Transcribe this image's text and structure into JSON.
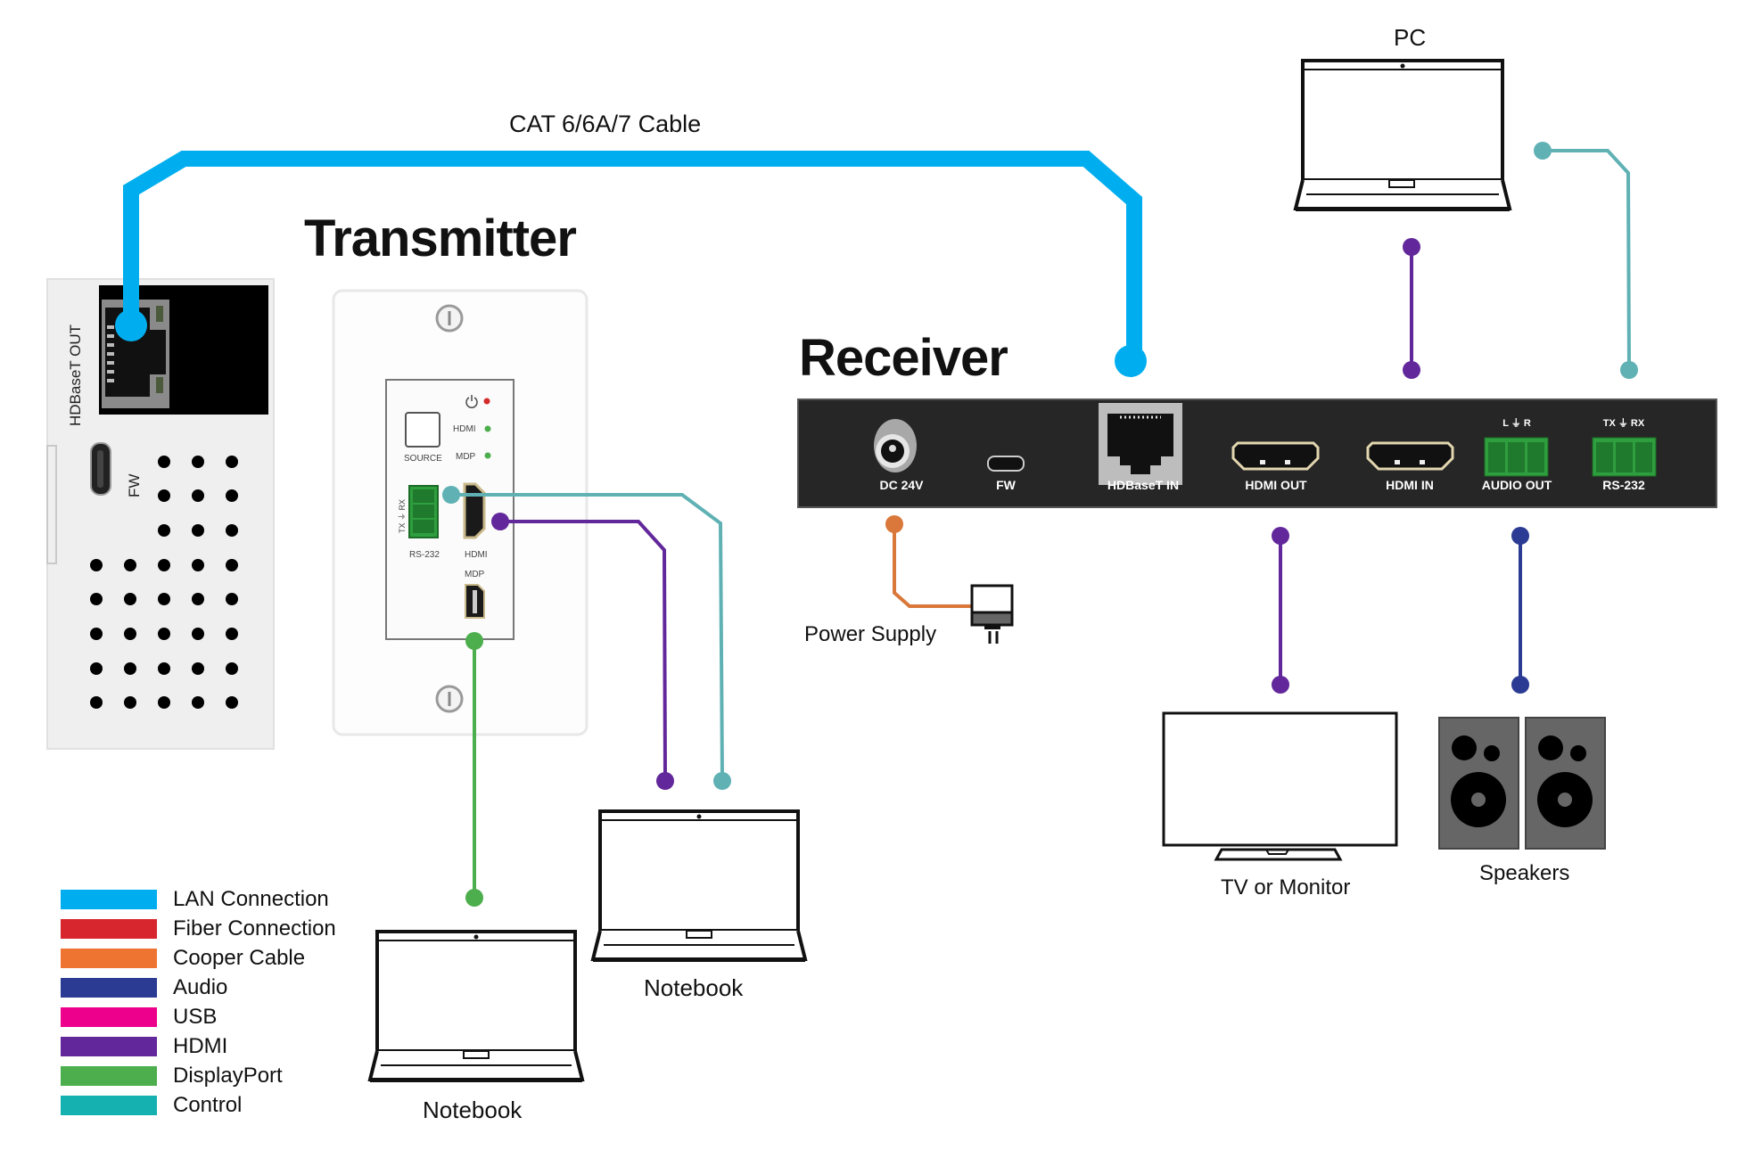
{
  "cable_label": "CAT 6/6A/7 Cable",
  "transmitter": {
    "title": "Transmitter",
    "side_panel": {
      "port_label": "HDBaseT OUT",
      "fw_label": "FW"
    },
    "wall_plate": {
      "source_button_label": "SOURCE",
      "indicators": [
        {
          "label": "power",
          "color": "#d42a2a"
        },
        {
          "label": "HDMI",
          "color": "#4cae4c"
        },
        {
          "label": "MDP",
          "color": "#4cae4c"
        }
      ],
      "rs232_pins_label": "TX ⏚ RX",
      "rs232_label": "RS-232",
      "hdmi_label": "HDMI",
      "mdp_label": "MDP"
    }
  },
  "receiver": {
    "title": "Receiver",
    "ports": [
      {
        "id": "dc",
        "label": "DC 24V"
      },
      {
        "id": "fw",
        "label": "FW"
      },
      {
        "id": "hdbaset",
        "label": "HDBaseT IN"
      },
      {
        "id": "hdmi-out",
        "label": "HDMI OUT"
      },
      {
        "id": "hdmi-in",
        "label": "HDMI IN"
      },
      {
        "id": "audio",
        "label": "AUDIO OUT",
        "pins": "L ⏚ R"
      },
      {
        "id": "rs232",
        "label": "RS-232",
        "pins": "TX ⏚ RX"
      }
    ]
  },
  "devices": {
    "pc": "PC",
    "notebook_1": "Notebook",
    "notebook_2": "Notebook",
    "tv": "TV or Monitor",
    "speakers": "Speakers",
    "power_supply": "Power Supply"
  },
  "colors": {
    "lan": "#00aeef",
    "fiber": "#d7262e",
    "copper": "#ee7431",
    "audio": "#2b3b93",
    "usb": "#ec008c",
    "hdmi": "#62279a",
    "displayport": "#4cae4c",
    "control": "#15b0b0",
    "control_line": "#5fb1b4",
    "copper_line": "#d9783a",
    "receiver_body": "#262626",
    "terminal_green": "#2e9e3e"
  },
  "legend": [
    {
      "label": "LAN Connection",
      "color": "#00aeef"
    },
    {
      "label": "Fiber Connection",
      "color": "#d7262e"
    },
    {
      "label": "Cooper Cable",
      "color": "#ee7431"
    },
    {
      "label": "Audio",
      "color": "#2b3b93"
    },
    {
      "label": "USB",
      "color": "#ec008c"
    },
    {
      "label": "HDMI",
      "color": "#62279a"
    },
    {
      "label": "DisplayPort",
      "color": "#4cae4c"
    },
    {
      "label": "Control",
      "color": "#15b0b0"
    }
  ]
}
